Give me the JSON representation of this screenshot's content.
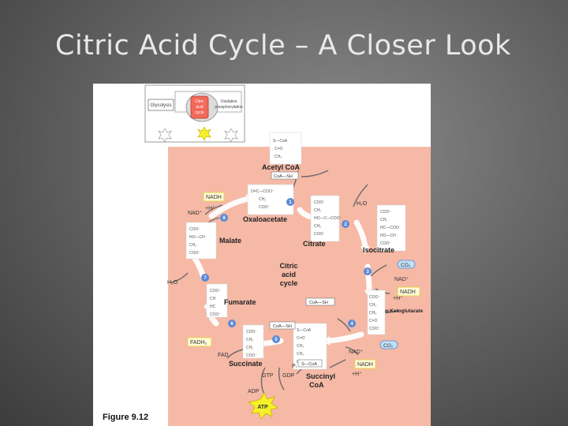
{
  "slide": {
    "title": "Citric Acid Cycle – A Closer Look"
  },
  "inset": {
    "glycolysis": "Glycolysis",
    "citric": [
      "Citric",
      "acid",
      "cycle"
    ],
    "oxphos": [
      "Oxidative",
      "phosphorylation"
    ],
    "atp_labels": [
      "ATP",
      "ATP",
      "ATP"
    ]
  },
  "figure_label": "Figure 9.12",
  "center_label": [
    "Citric",
    "acid",
    "cycle"
  ],
  "molecules": {
    "acetyl_coa": "Acetyl CoA",
    "oxaloacetate": "Oxaloacetate",
    "citrate": "Citrate",
    "isocitrate": "Isocitrate",
    "alpha_kg": "α-Ketoglutarate",
    "succinyl_coa": [
      "Succinyl",
      "CoA"
    ],
    "succinate": "Succinate",
    "fumarate": "Fumarate",
    "malate": "Malate"
  },
  "cofactors": {
    "coa_sh": "CoA—SH",
    "s_coa": "S—CoA",
    "h2o": "H₂O",
    "nad_plus": "NAD⁺",
    "nadh": "NADH",
    "h_plus": "+H⁺",
    "co2": "CO₂",
    "fadh2": "FADH₂",
    "fad": "FAD",
    "gtp": "GTP",
    "gdp": "GDP",
    "adp": "ADP",
    "atp": "ATP",
    "pi": "Pᵢ"
  },
  "steps": [
    "1",
    "2",
    "3",
    "4",
    "5",
    "6",
    "7",
    "8"
  ],
  "colors": {
    "panel": "#f5b9a6",
    "box": "#fffbd9",
    "boxBorder": "#e6d34a",
    "arrow": "#6a6a6a",
    "step": "#5b8ad6",
    "co2": "#bfe0f7"
  }
}
